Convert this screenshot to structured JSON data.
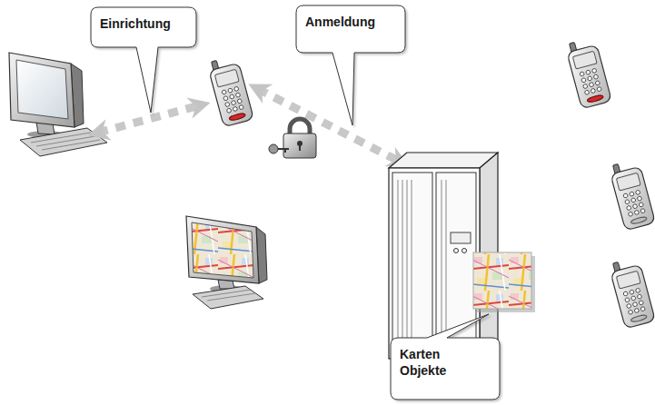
{
  "diagram": {
    "nodes": [
      {
        "text": [
          "Einrichtung"
        ]
      },
      {
        "text": [
          "Anmeldung"
        ]
      },
      {
        "text": [
          "Karten Objekte"
        ]
      }
    ]
  }
}
